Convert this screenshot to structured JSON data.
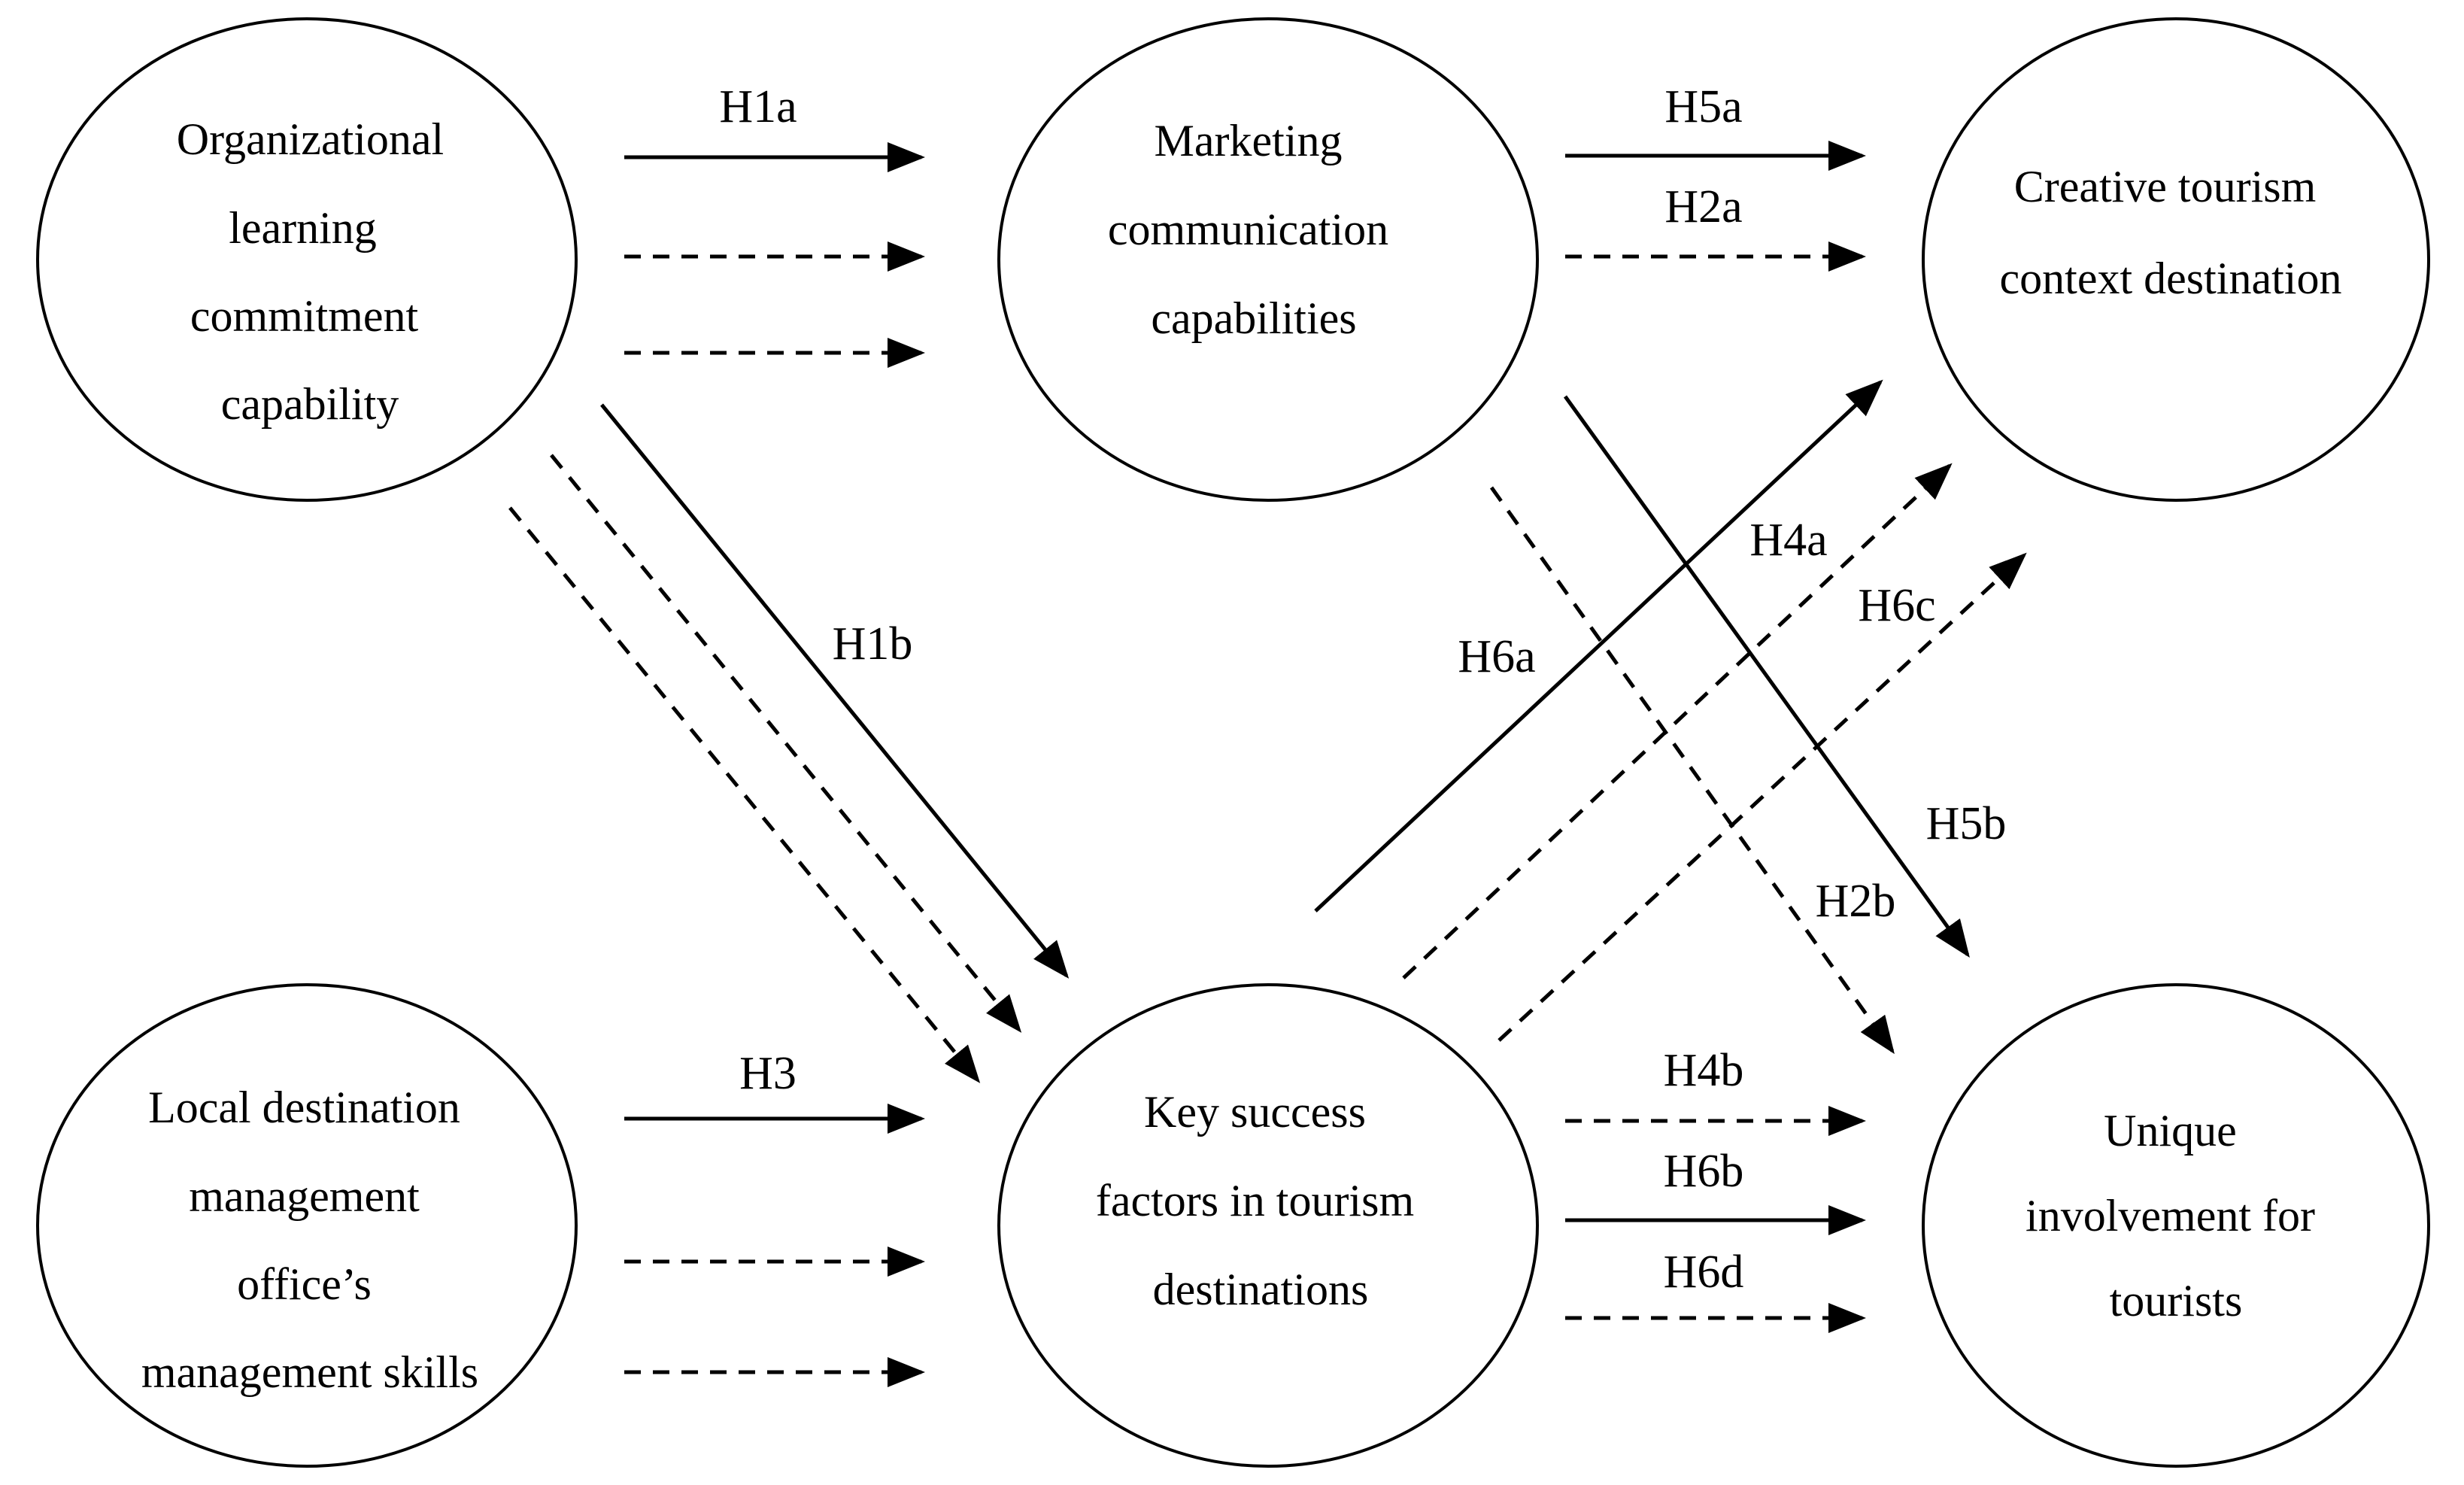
{
  "nodes": {
    "org_learning": {
      "lines": [
        "Organizational",
        "learning",
        "commitment",
        "capability"
      ]
    },
    "marketing": {
      "lines": [
        "Marketing",
        "communication",
        "capabilities"
      ]
    },
    "creative": {
      "lines": [
        "Creative tourism",
        "context destination"
      ]
    },
    "local_dmo": {
      "lines": [
        "Local destination",
        "management",
        "office’s",
        "management skills"
      ]
    },
    "key_success": {
      "lines": [
        "Key success",
        "factors in tourism",
        "destinations"
      ]
    },
    "unique": {
      "lines": [
        "Unique",
        "involvement for",
        "tourists"
      ]
    }
  },
  "labels": {
    "h1a": "H1a",
    "h1b": "H1b",
    "h2a": "H2a",
    "h2b": "H2b",
    "h3": "H3",
    "h4a": "H4a",
    "h4b": "H4b",
    "h5a": "H5a",
    "h5b": "H5b",
    "h6a": "H6a",
    "h6b": "H6b",
    "h6c": "H6c",
    "h6d": "H6d"
  }
}
